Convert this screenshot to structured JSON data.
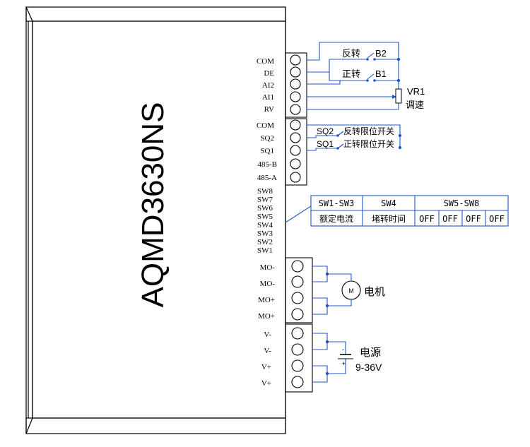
{
  "model": "AQMD3630NS",
  "colors": {
    "wire": "#1f55c8",
    "outline": "#000000",
    "background": "#ffffff"
  },
  "terminals": {
    "control": [
      "COM",
      "DE",
      "AI2",
      "AI1",
      "RV"
    ],
    "limit": [
      "COM",
      "SQ2",
      "SQ1",
      "485-B",
      "485-A"
    ],
    "switches": [
      "SW8",
      "SW7",
      "SW6",
      "SW5",
      "SW4",
      "SW3",
      "SW2",
      "SW1"
    ],
    "motor": [
      "MO-",
      "MO-",
      "MO+",
      "MO+"
    ],
    "power": [
      "V-",
      "V-",
      "V+",
      "V+"
    ]
  },
  "control_wiring": {
    "reverse_label": "反转",
    "reverse_switch": "B2",
    "forward_label": "正转",
    "forward_switch": "B1",
    "pot_name": "VR1",
    "pot_label": "调速"
  },
  "limit_wiring": {
    "sq2": "SQ2",
    "sq2_label": "反转限位开关",
    "sq1": "SQ1",
    "sq1_label": "正转限位开关"
  },
  "switch_table": {
    "headers": [
      "SW1-SW3",
      "SW4",
      "SW5-SW8"
    ],
    "row": [
      "额定电流",
      "堵转时间",
      "OFF",
      "OFF",
      "OFF",
      "OFF"
    ]
  },
  "motor": {
    "symbol": "M",
    "label": "电机"
  },
  "power_supply": {
    "label": "电源",
    "voltage": "9-36V",
    "minus": "-",
    "plus": "+"
  }
}
